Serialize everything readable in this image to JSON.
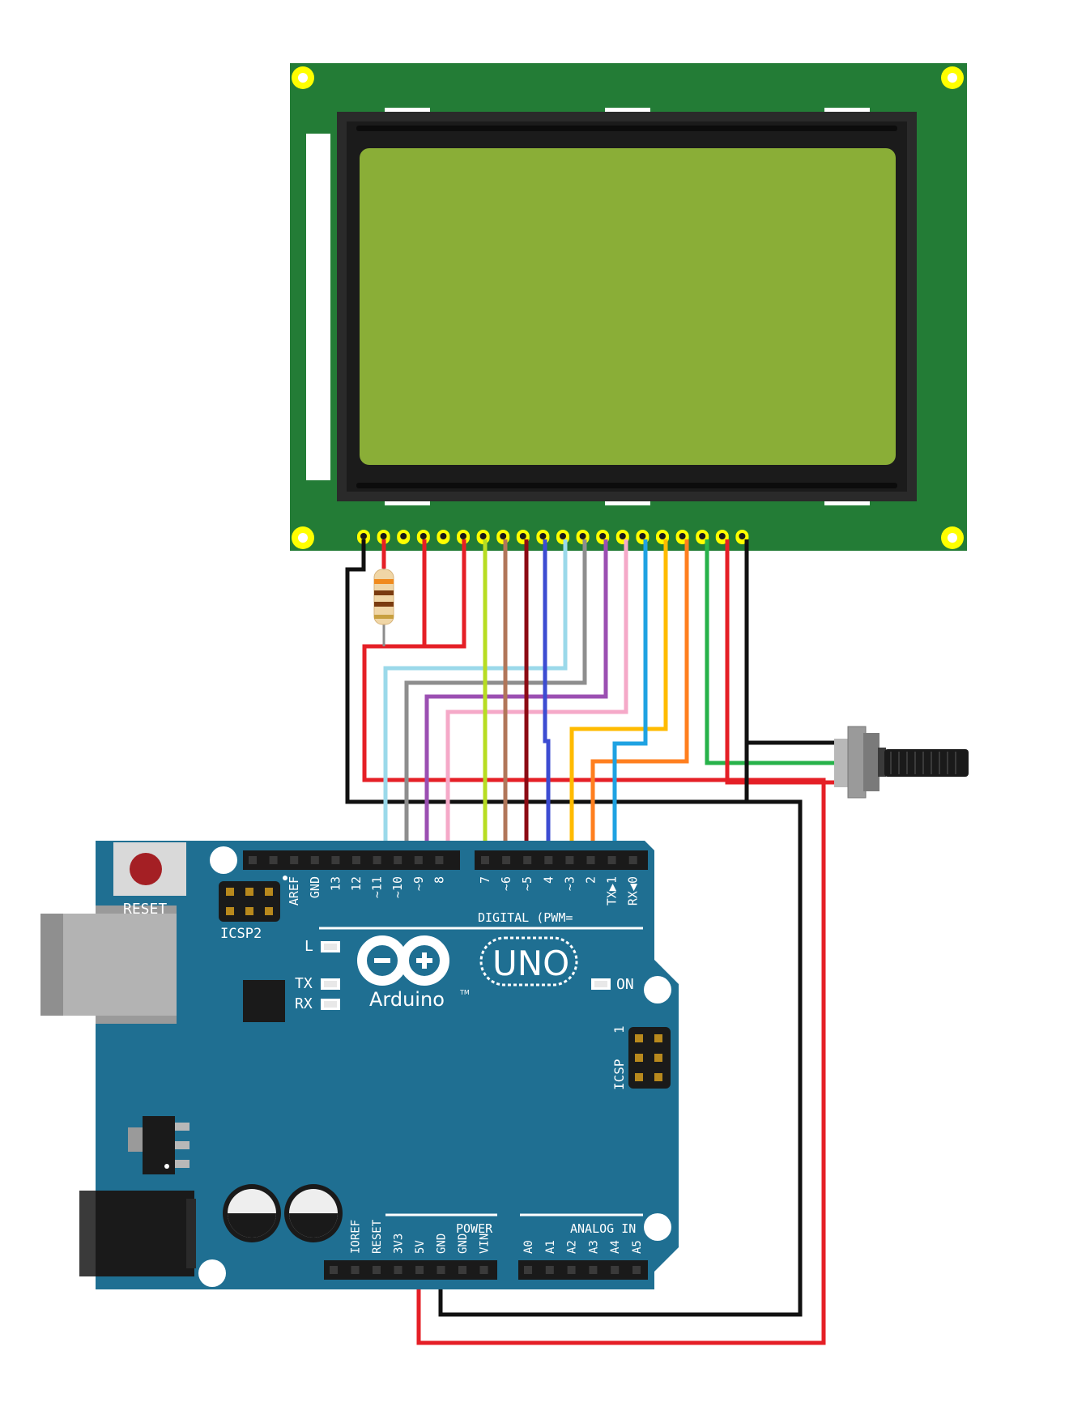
{
  "colors": {
    "lcd_pcb": "#237c36",
    "lcd_screen": "#8aae37",
    "board": "#1f6f92",
    "wire_red": "#e51f26",
    "wire_black": "#111111"
  },
  "board": {
    "reset_label": "RESET",
    "icsp2_label": "ICSP2",
    "icsp_label": "ICSP",
    "icsp_pin1": "1",
    "led_l": "L",
    "led_tx": "TX",
    "led_rx": "RX",
    "led_on": "ON",
    "brand": "Arduino",
    "trademark": "TM",
    "model": "UNO",
    "digital_label": "DIGITAL (PWM= ",
    "power_label": "POWER",
    "analog_label": "ANALOG IN",
    "top_pins_left": [
      "AREF",
      "GND",
      "13",
      "12",
      "~11",
      "~10",
      "~9",
      "8"
    ],
    "top_pins_right": [
      "7",
      "~6",
      "~5",
      "4",
      "~3",
      "2",
      "TX▶1",
      "RX◀0"
    ],
    "power_pins": [
      "IOREF",
      "RESET",
      "3V3",
      "5V",
      "GND",
      "GND",
      "VIN"
    ],
    "analog_pins": [
      "A0",
      "A1",
      "A2",
      "A3",
      "A4",
      "A5"
    ]
  }
}
